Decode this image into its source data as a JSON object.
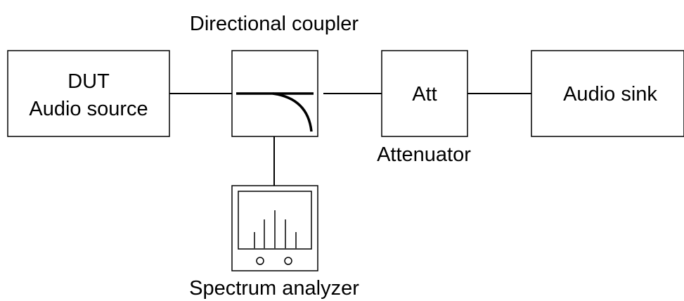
{
  "diagram": {
    "dut_box": {
      "line1": "DUT",
      "line2": "Audio source"
    },
    "coupler": {
      "caption": "Directional coupler"
    },
    "attenuator": {
      "box_label": "Att",
      "caption": "Attenuator"
    },
    "sink_box": {
      "label": "Audio sink"
    },
    "analyzer": {
      "caption": "Spectrum analyzer"
    }
  },
  "colors": {
    "stroke": "#000000",
    "background": "#ffffff"
  }
}
